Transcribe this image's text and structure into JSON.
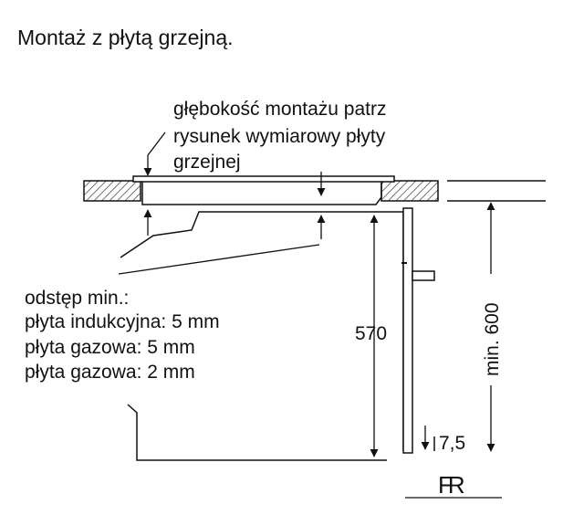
{
  "title": "Montaż z płytą grzejną.",
  "depth_note": [
    "głębokość montażu patrz",
    "rysunek wymiarowy płyty",
    "grzejnej"
  ],
  "clearance_note": [
    "odstęp min.:",
    "płyta indukcyjna: 5 mm",
    "płyta gazowa: 5 mm",
    "płyta gazowa: 2 mm"
  ],
  "dimensions": {
    "oven_height": "570",
    "min_height": "min. 600",
    "gap": "7,5"
  },
  "logo_text": "FR"
}
